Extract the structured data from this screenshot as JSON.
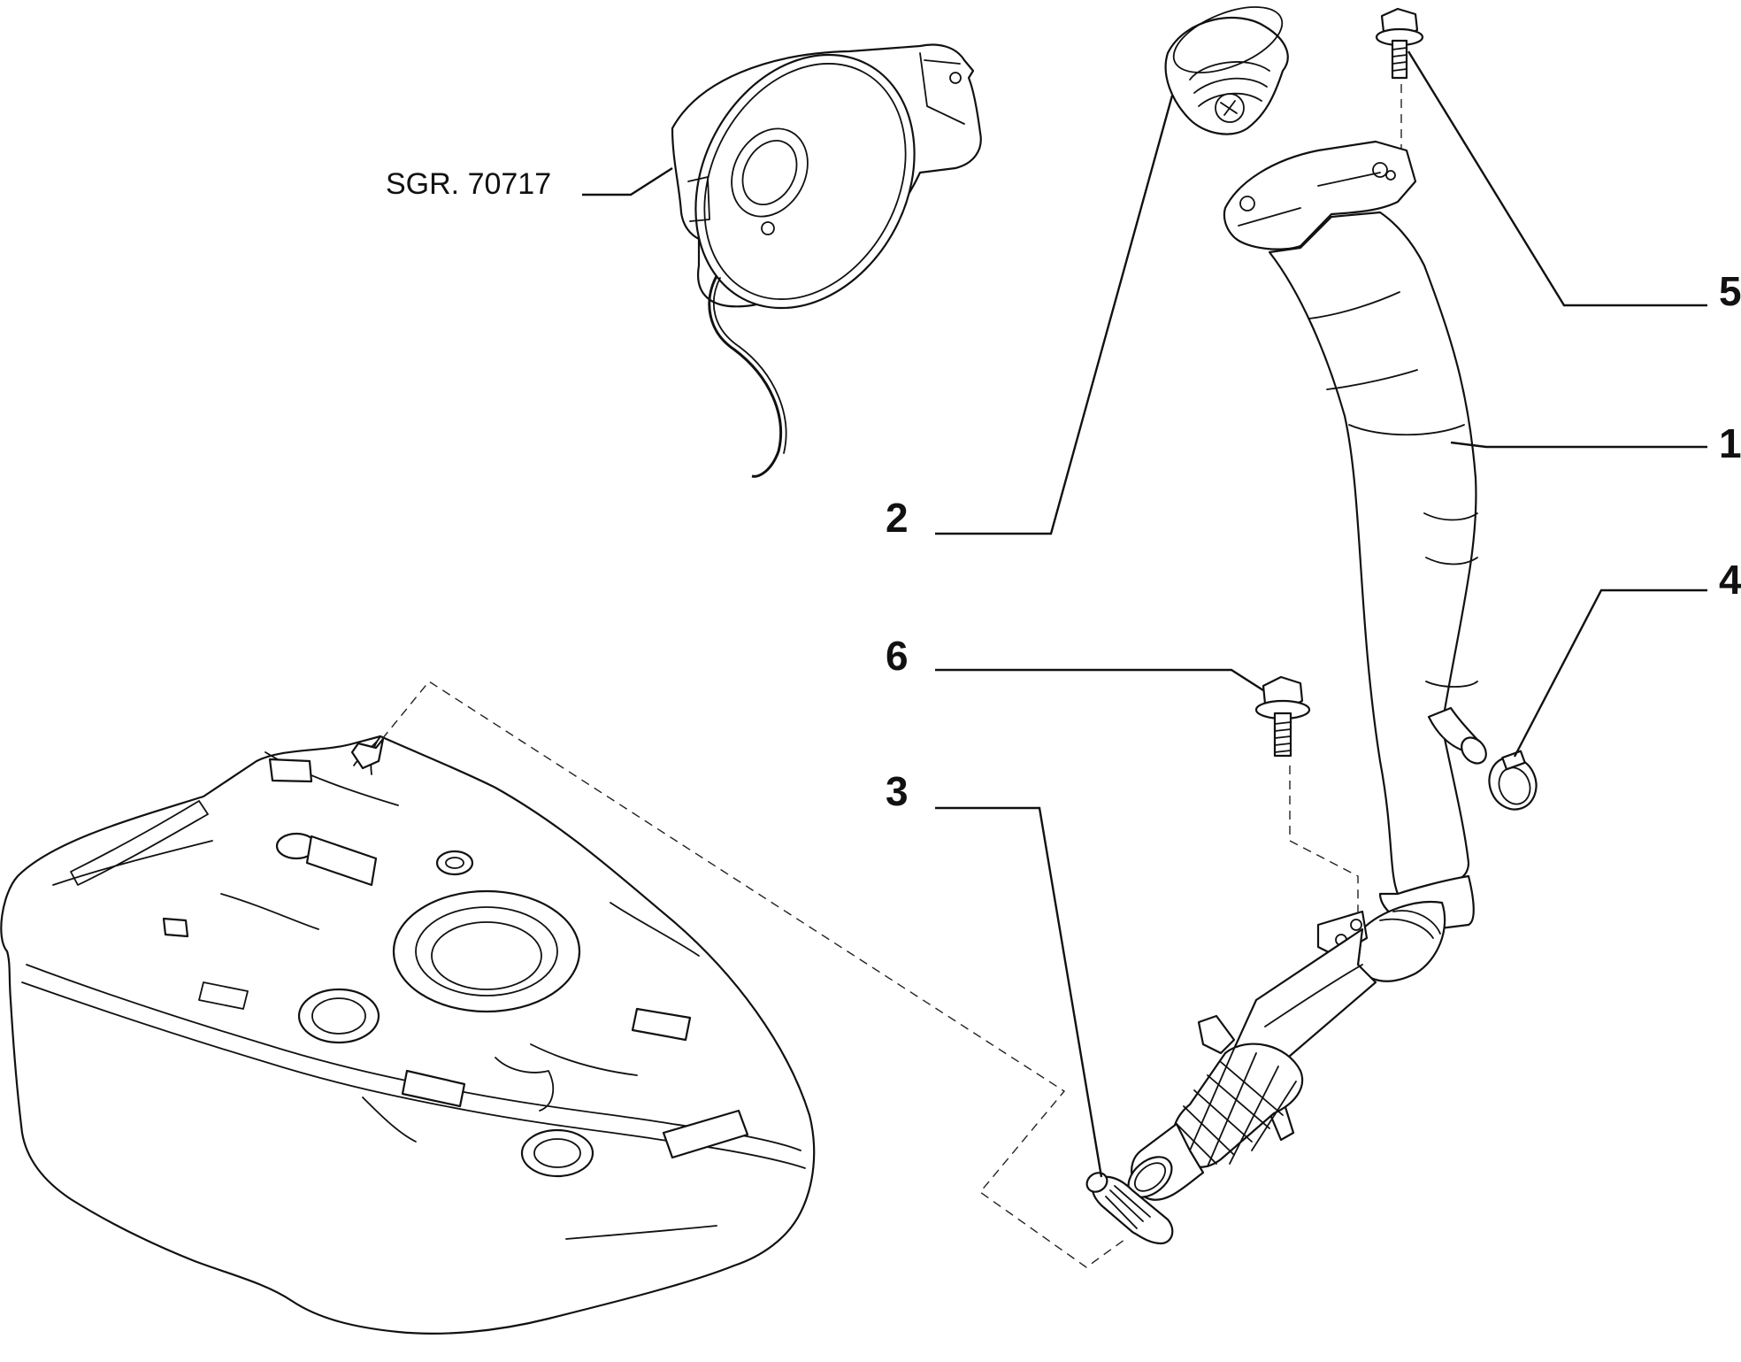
{
  "reference_label": "SGR. 70717",
  "callouts": [
    {
      "id": "1",
      "label": "1"
    },
    {
      "id": "2",
      "label": "2"
    },
    {
      "id": "3",
      "label": "3"
    },
    {
      "id": "4",
      "label": "4"
    },
    {
      "id": "5",
      "label": "5"
    },
    {
      "id": "6",
      "label": "6"
    }
  ],
  "colors": {
    "line": "#111111",
    "background": "#ffffff"
  }
}
